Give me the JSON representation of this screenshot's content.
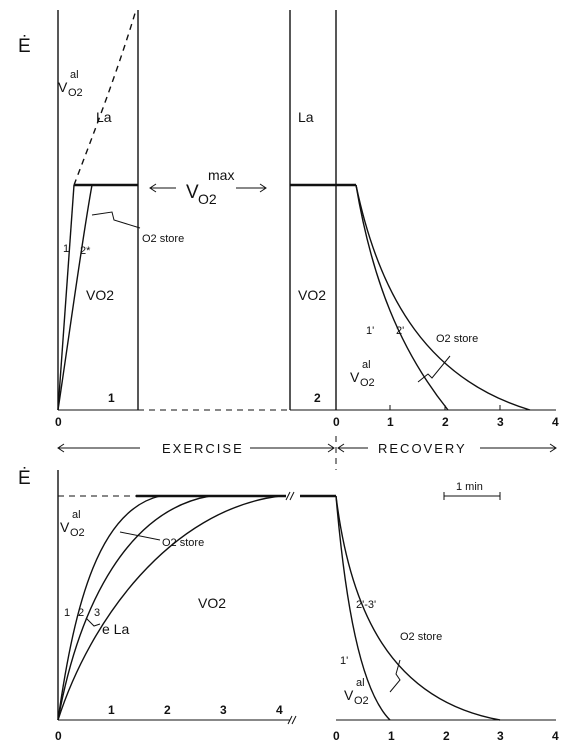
{
  "axes": {
    "y_symbol": "Ė",
    "y_symbol_lower": "Ė"
  },
  "top_left": {
    "vo2_al": "V",
    "vo2_al_sub": "O2",
    "vo2_al_sup": "al",
    "la": "La",
    "o2_store": "O2 store",
    "curve1": "1",
    "curve2": "2*",
    "vo2": "VO2",
    "tick0": "0",
    "tick1": "1"
  },
  "vo2max": {
    "v": "V",
    "sub": "O2",
    "sup": "max"
  },
  "top_right": {
    "la": "La",
    "vo2": "VO2",
    "curve1": "1'",
    "curve2": "2'",
    "o2_store": "O2 store",
    "vo2_al": "V",
    "vo2_al_sub": "O2",
    "vo2_al_sup": "al",
    "tick2": "2",
    "ticks": [
      "0",
      "1",
      "2",
      "3",
      "4"
    ]
  },
  "phase_labels": {
    "exercise": "EXERCISE",
    "recovery": "RECOVERY"
  },
  "bottom": {
    "scale_bar": "1 min",
    "vo2_al": "V",
    "vo2_al_sub": "O2",
    "vo2_al_sup": "al",
    "o2_store": "O2 store",
    "curves": [
      "1",
      "2",
      "3"
    ],
    "vo2": "VO2",
    "ela": "e La",
    "x_ticks_left": [
      "0",
      "1",
      "2",
      "3",
      "4"
    ],
    "recovery_curve_a": "1'",
    "recovery_curve_b": "2'-3'",
    "recovery_o2_store": "O2 store",
    "recovery_vo2_al": "V",
    "recovery_vo2_al_sub": "O2",
    "recovery_vo2_al_sup": "al",
    "x_ticks_right": [
      "0",
      "1",
      "2",
      "3",
      "4"
    ]
  }
}
